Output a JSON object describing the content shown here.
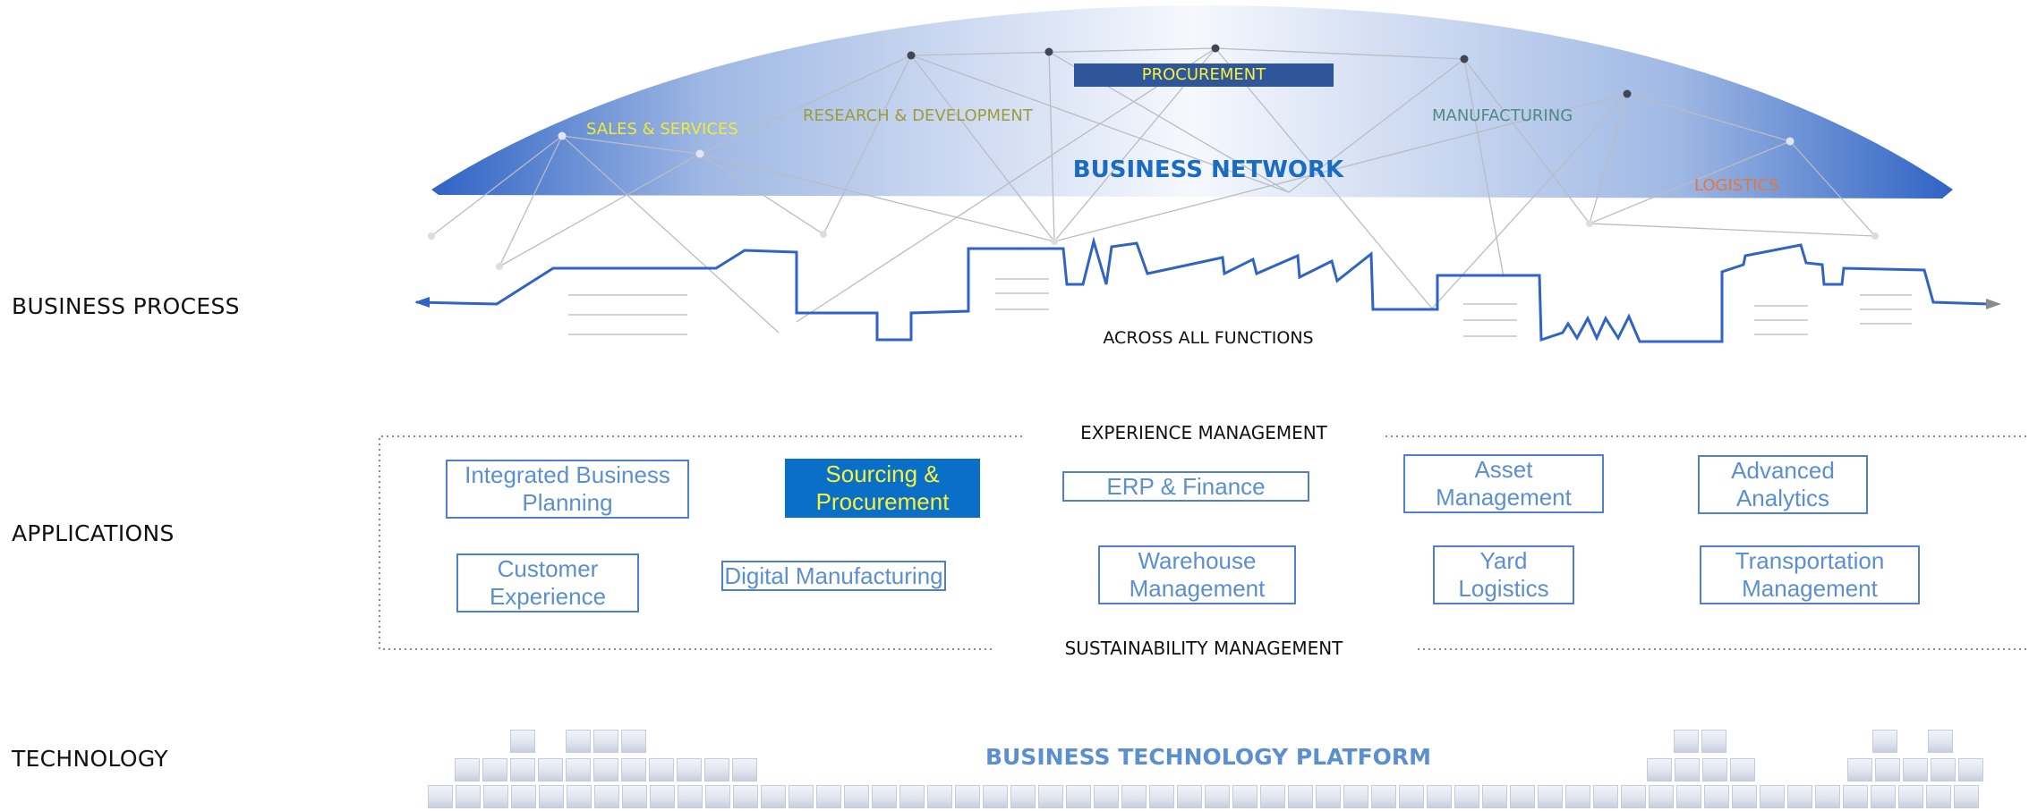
{
  "rows": {
    "business_process": "BUSINESS PROCESS",
    "applications": "APPLICATIONS",
    "technology": "TECHNOLOGY"
  },
  "network": {
    "title": "BUSINESS NETWORK",
    "nodes": {
      "sales": "SALES & SERVICES",
      "rnd": "RESEARCH & DEVELOPMENT",
      "procurement": "PROCUREMENT",
      "manufacturing": "MANUFACTURING",
      "logistics": "LOGISTICS"
    }
  },
  "process": {
    "caption": "ACROSS ALL FUNCTIONS"
  },
  "applications": {
    "top_caption": "EXPERIENCE MANAGEMENT",
    "bottom_caption": "SUSTAINABILITY MANAGEMENT",
    "items": [
      {
        "line1": "Integrated Business",
        "line2": "Planning"
      },
      {
        "line1": "Sourcing &",
        "line2": "Procurement"
      },
      {
        "line1": "ERP & Finance",
        "line2": ""
      },
      {
        "line1": "Asset",
        "line2": "Management"
      },
      {
        "line1": "Advanced",
        "line2": "Analytics"
      },
      {
        "line1": "Customer",
        "line2": "Experience"
      },
      {
        "line1": "Digital Manufacturing",
        "line2": ""
      },
      {
        "line1": "Warehouse",
        "line2": "Management"
      },
      {
        "line1": "Yard",
        "line2": "Logistics"
      },
      {
        "line1": "Transportation",
        "line2": "Management"
      }
    ]
  },
  "technology": {
    "platform": "BUSINESS TECHNOLOGY PLATFORM"
  },
  "colors": {
    "network_blue": "#2f63c4",
    "app_border": "#4f7fcf",
    "app_active": "#0a6fc8",
    "highlight_yellow": "#f8f33a",
    "platform_text": "#5b8fd0"
  }
}
